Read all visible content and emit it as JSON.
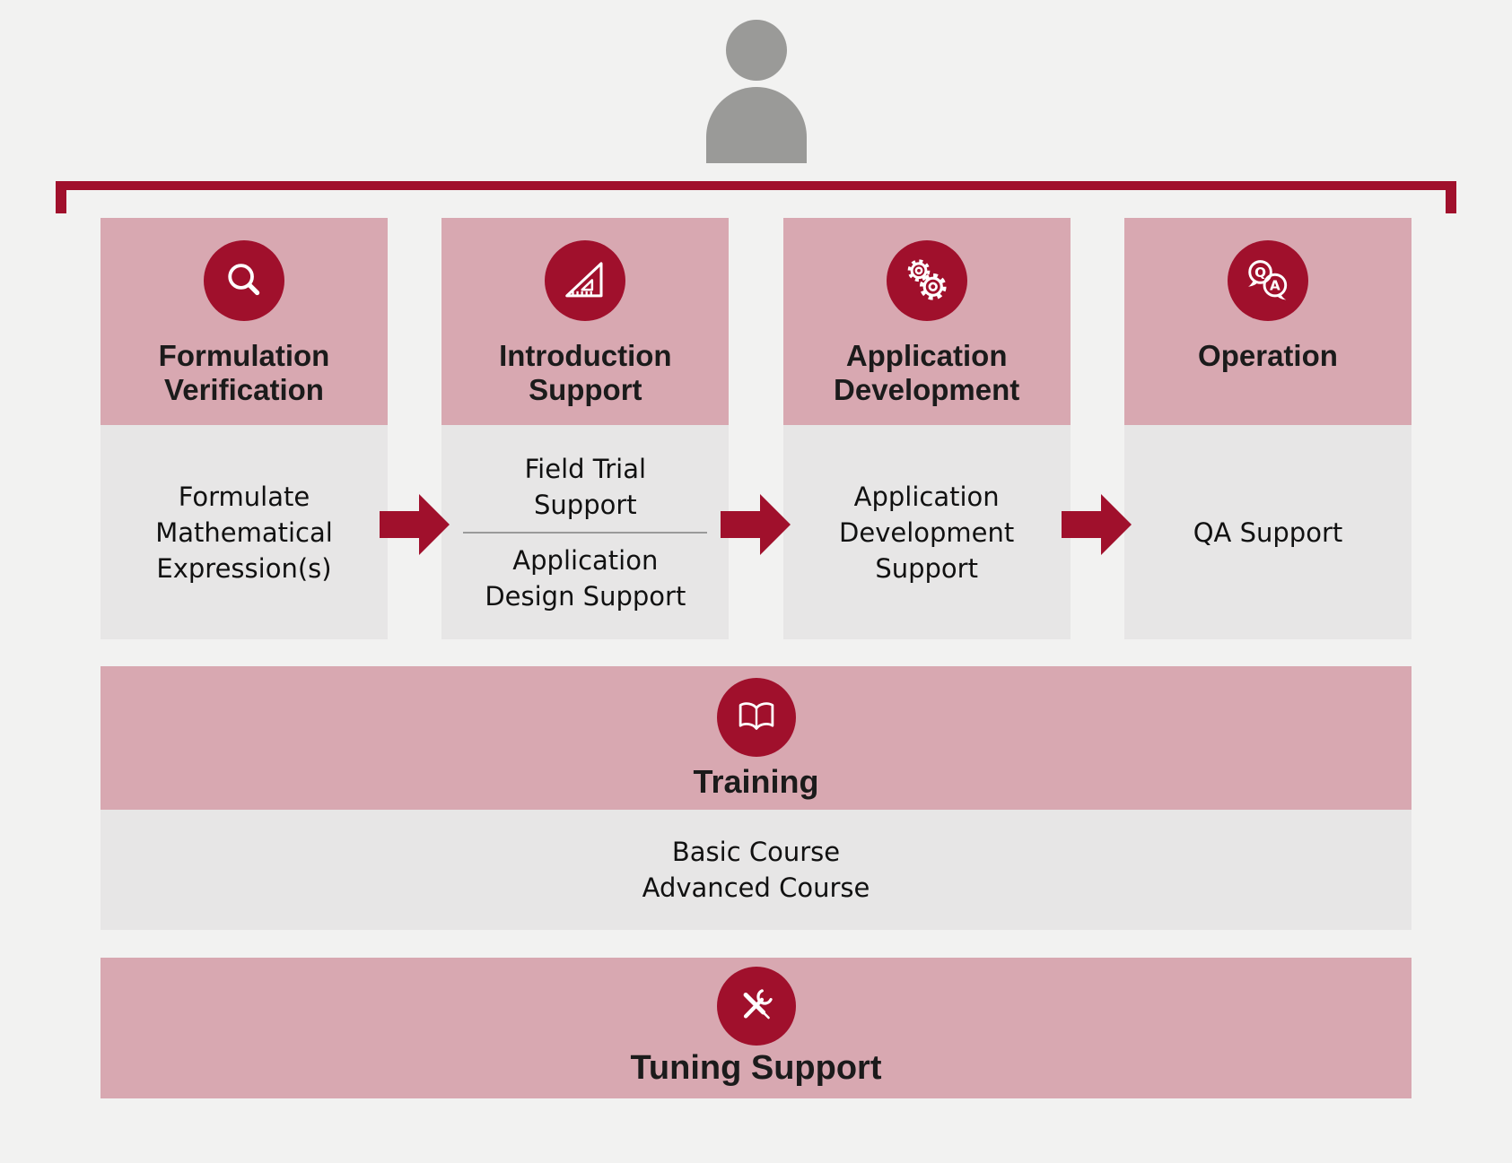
{
  "colors": {
    "accent_red": "#a0102c",
    "pink": "#d8a8b1",
    "panel_gray": "#e7e6e6",
    "background": "#f2f2f1",
    "person_gray": "#9a9a98",
    "text": "#1b1b1b"
  },
  "person": {
    "icon": "person-icon"
  },
  "columns": [
    {
      "id": "formulation-verification",
      "icon": "search-icon",
      "title": "Formulation\nVerification",
      "body": "Formulate\nMathematical\nExpression(s)"
    },
    {
      "id": "introduction-support",
      "icon": "set-square-icon",
      "title": "Introduction\nSupport",
      "body_top": "Field Trial\nSupport",
      "body_bottom": "Application\nDesign Support"
    },
    {
      "id": "application-development",
      "icon": "gears-icon",
      "title": "Application\nDevelopment",
      "body": "Application\nDevelopment\nSupport"
    },
    {
      "id": "operation",
      "icon": "qa-icon",
      "title": "Operation",
      "body": "QA Support"
    }
  ],
  "training": {
    "icon": "book-icon",
    "title": "Training",
    "courses": "Basic Course\nAdvanced Course"
  },
  "tuning": {
    "icon": "tools-icon",
    "title": "Tuning Support"
  }
}
